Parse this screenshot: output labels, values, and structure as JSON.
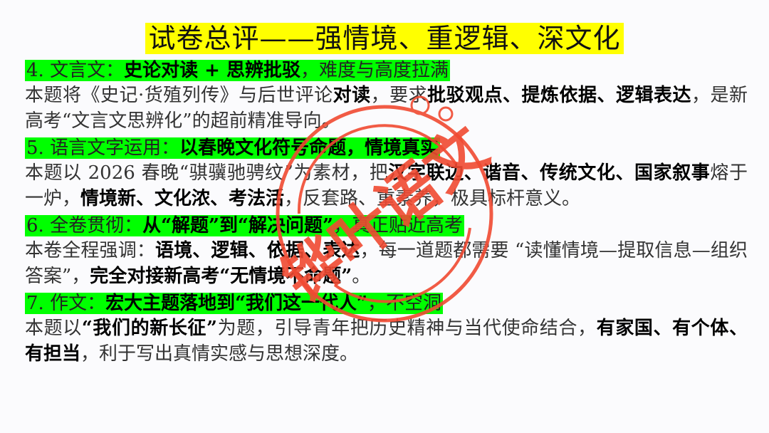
{
  "title": "试卷总评——强情境、重逻辑、深文化",
  "stamp": {
    "text": "铧叶语文",
    "color": "#f04a32"
  },
  "colors": {
    "title_highlight": "#ffff00",
    "heading_highlight": "#00ff00"
  },
  "items": [
    {
      "heading": [
        {
          "t": "4. 文言文：",
          "b": false
        },
        {
          "t": "史论对读 + 思辨批驳",
          "b": true
        },
        {
          "t": "，难度与高度拉满",
          "b": false
        }
      ],
      "body": [
        {
          "t": "本题将《史记·货殖列传》与后世评论",
          "b": false
        },
        {
          "t": "对读",
          "b": true
        },
        {
          "t": "，要求",
          "b": false
        },
        {
          "t": "批驳观点、提炼依据、逻辑表达",
          "b": true
        },
        {
          "t": "，是新高考“文言文思辨化”的超前精准导向。",
          "b": false
        }
      ]
    },
    {
      "heading": [
        {
          "t": "5. 语言文字运用：",
          "b": false
        },
        {
          "t": "以春晚文化符号命题，情境真实",
          "b": true
        }
      ],
      "body": [
        {
          "t": "本题以 2026 春晚“骐骥驰骋纹”为素材，把",
          "b": false
        },
        {
          "t": "汉字联边、谐音、传统文化、国家叙事",
          "b": true
        },
        {
          "t": "熔于一炉，",
          "b": false
        },
        {
          "t": "情境新、文化浓、考法活",
          "b": true
        },
        {
          "t": "，反套路、重素养，极具标杆意义。",
          "b": false
        }
      ]
    },
    {
      "heading": [
        {
          "t": "6. 全卷贯彻：",
          "b": false
        },
        {
          "t": "从“解题”到“解决问题”",
          "b": true
        },
        {
          "t": "，真正贴近高考",
          "b": false
        }
      ],
      "body": [
        {
          "t": "本卷全程强调：",
          "b": false
        },
        {
          "t": "语境、逻辑、依据、表达",
          "b": true
        },
        {
          "t": "，每一道题都需要 “读懂情境—提取信息—组织答案”，",
          "b": false
        },
        {
          "t": "完全对接新高考“无情境不命题”",
          "b": true
        },
        {
          "t": "。",
          "b": false
        }
      ]
    },
    {
      "heading": [
        {
          "t": "7. 作文：",
          "b": false
        },
        {
          "t": "宏大主题落地到“我们这一代人”",
          "b": true
        },
        {
          "t": "，不空洞",
          "b": false
        }
      ],
      "body": [
        {
          "t": "本题以",
          "b": false
        },
        {
          "t": "“我们的新长征”",
          "b": true
        },
        {
          "t": "为题，引导青年把历史精神与当代使命结合，",
          "b": false
        },
        {
          "t": "有家国、有个体、有担当",
          "b": true
        },
        {
          "t": "，利于写出真情实感与思想深度。",
          "b": false
        }
      ]
    }
  ]
}
